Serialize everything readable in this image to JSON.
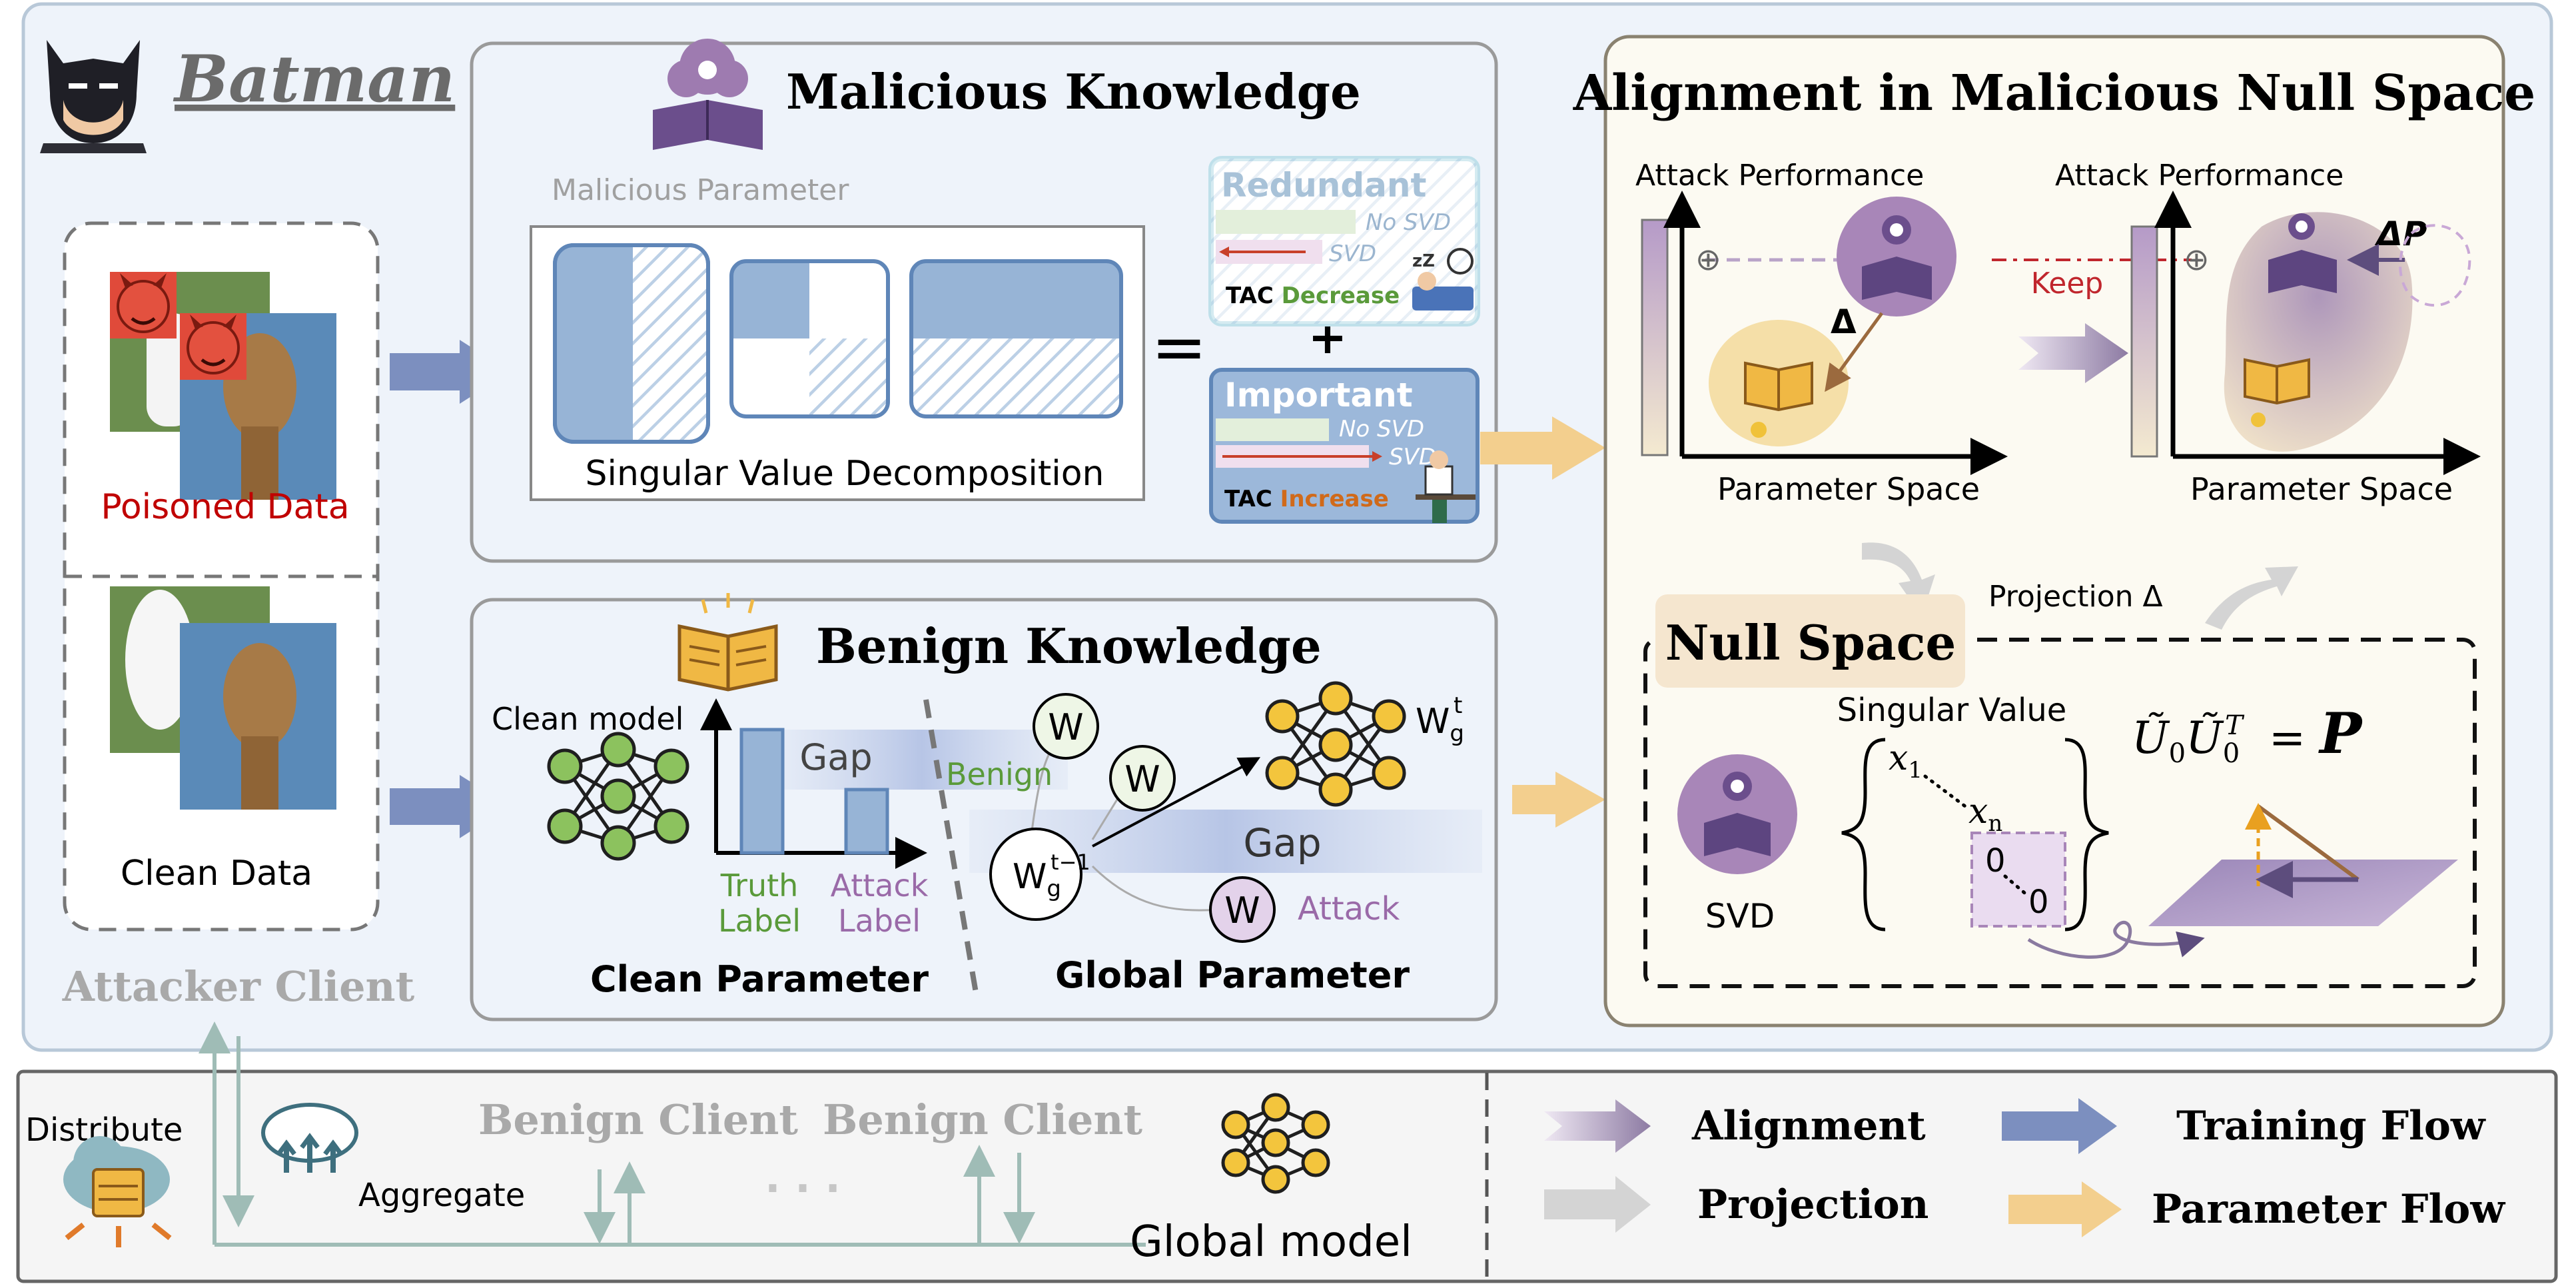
{
  "batman": {
    "title": "Batman",
    "attacker_client": "Attacker Client"
  },
  "data_panel": {
    "poisoned": "Poisoned Data",
    "clean": "Clean Data"
  },
  "malicious": {
    "title": "Malicious Knowledge",
    "param_label": "Malicious Parameter",
    "svd_label": "Singular Value Decomposition",
    "redundant": {
      "title": "Redundant",
      "no_svd": "No SVD",
      "svd": "SVD",
      "tac_prefix": "TAC",
      "tac_word": "Decrease"
    },
    "important": {
      "title": "Important",
      "no_svd": "No SVD",
      "svd": "SVD",
      "tac_prefix": "TAC",
      "tac_word": "Increase"
    },
    "equals": "=",
    "plus": "+"
  },
  "benign": {
    "title": "Benign Knowledge",
    "clean_model": "Clean model",
    "gap": "Gap",
    "truth_label_1": "Truth",
    "truth_label_2": "Label",
    "attack_label_1": "Attack",
    "attack_label_2": "Label",
    "clean_parameter": "Clean Parameter",
    "global_parameter": "Global Parameter",
    "benign_word": "Benign",
    "attack_word": "Attack",
    "w": "W",
    "wg_prev": "W",
    "wg_prev_sub": "g",
    "wg_prev_sup": "t−1",
    "wg": "W",
    "wg_sub": "g",
    "wg_sup": "t",
    "gap2": "Gap"
  },
  "alignment": {
    "title": "Alignment in Malicious Null Space",
    "attack_performance_1": "Attack Performance",
    "attack_performance_2": "Attack Performance",
    "parameter_space_1": "Parameter Space",
    "parameter_space_2": "Parameter Space",
    "delta": "Δ",
    "delta_p": "ΔP",
    "keep": "Keep",
    "projection": "Projection Δ",
    "null_space": "Null Space",
    "singular_value": "Singular Value",
    "svd": "SVD",
    "x1": "x",
    "x1_sub": "1",
    "xn": "x",
    "xn_sub": "n",
    "zero": "0",
    "formula_u0": "Ũ",
    "formula_sub": "0",
    "formula_T": "T",
    "formula_eq": "=",
    "formula_P": "P"
  },
  "bottom": {
    "distribute": "Distribute",
    "aggregate": "Aggregate",
    "benign_client_1": "Benign Client",
    "benign_client_2": "Benign Client",
    "dots": "· · ·",
    "global_model": "Global model"
  },
  "legend": {
    "alignment": "Alignment",
    "projection": "Projection",
    "training_flow": "Training Flow",
    "parameter_flow": "Parameter Flow"
  },
  "colors": {
    "training_arrow": "#7c8fbf",
    "parameter_arrow": "#f3cf8e",
    "alignment_arrow": "#b9a9c6",
    "projection_arrow": "#d4d4d4",
    "poisoned_red": "#c00000",
    "increase_orange": "#d06a1a",
    "decrease_green": "#5a9a3a",
    "keep_red": "#c0262d"
  }
}
